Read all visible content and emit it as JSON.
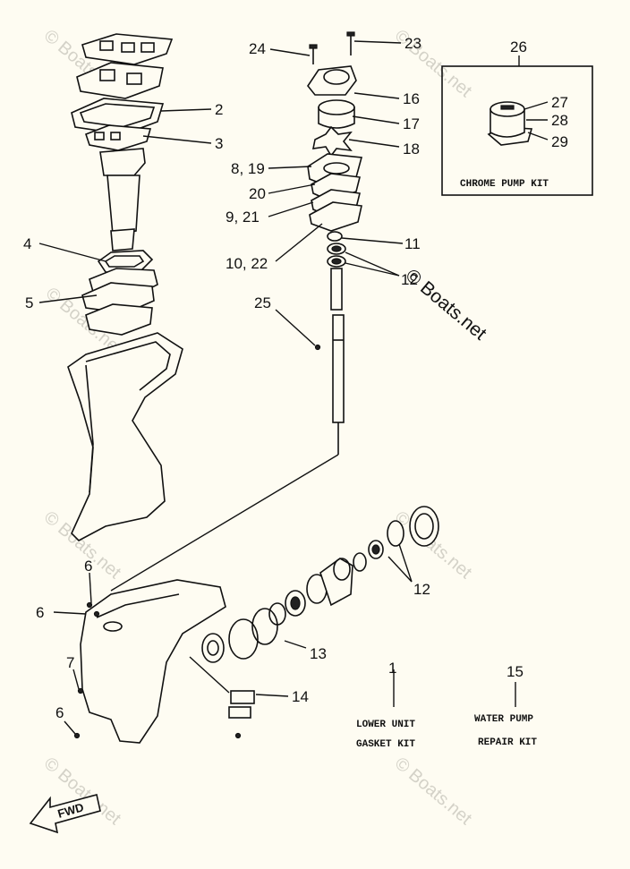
{
  "parts": {
    "p1": "1",
    "p2": "2",
    "p3": "3",
    "p4": "4",
    "p5": "5",
    "p6": "6",
    "p7": "7",
    "p8_19": "8, 19",
    "p9_21": "9, 21",
    "p10_22": "10, 22",
    "p11": "11",
    "p12": "12",
    "p13": "13",
    "p14": "14",
    "p15": "15",
    "p16": "16",
    "p17": "17",
    "p18": "18",
    "p20": "20",
    "p23": "23",
    "p24": "24",
    "p25": "25",
    "p26": "26",
    "p27": "27",
    "p28": "28",
    "p29": "29"
  },
  "kits": {
    "chrome_pump": "CHROME PUMP KIT",
    "lower_unit_1": "LOWER UNIT",
    "lower_unit_2": "GASKET KIT",
    "water_pump_1": "WATER PUMP",
    "water_pump_2": "REPAIR KIT"
  },
  "fwd_label": "FWD",
  "watermark": "© Boats.net"
}
